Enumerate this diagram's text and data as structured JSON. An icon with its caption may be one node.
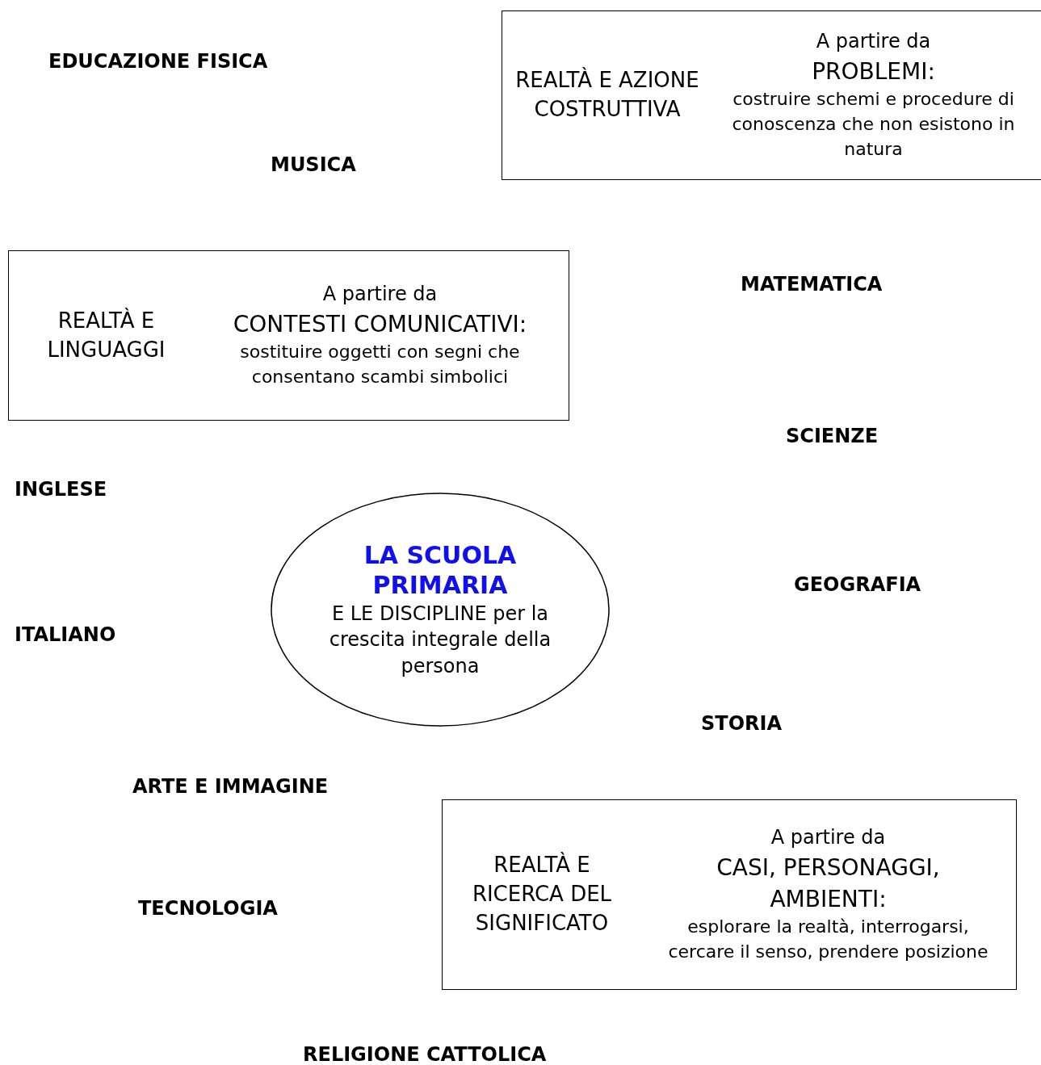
{
  "diagram": {
    "nodes": [
      {
        "text": [
          "REALTÀ E AZIONE COSTRUTTIVA",
          "A partire da",
          "PROBLEMI:",
          "costruire schemi e procedure di conoscenza che non esistono in natura"
        ]
      },
      {
        "text": [
          "REALTÀ E LINGUAGGI",
          "A partire da",
          "CONTESTI COMUNICATIVI:",
          "sostituire oggetti con segni che consentano scambi simbolici"
        ]
      },
      {
        "text": [
          "LA SCUOLA PRIMARIA",
          "E LE DISCIPLINE per la crescita integrale della persona"
        ]
      },
      {
        "text": [
          "REALTÀ E RICERCA DEL SIGNIFICATO",
          "A partire da",
          "CASI, PERSONAGGI, AMBIENTI:",
          "esplorare la realtà, interrogarsi, cercare il senso, prendere posizione"
        ]
      }
    ],
    "labels": [
      "EDUCAZIONE FISICA",
      "MUSICA",
      "MATEMATICA",
      "SCIENZE",
      "INGLESE",
      "GEOGRAFIA",
      "ITALIANO",
      "STORIA",
      "ARTE E IMMAGINE",
      "TECNOLOGIA",
      "RELIGIONE CATTOLICA"
    ]
  }
}
